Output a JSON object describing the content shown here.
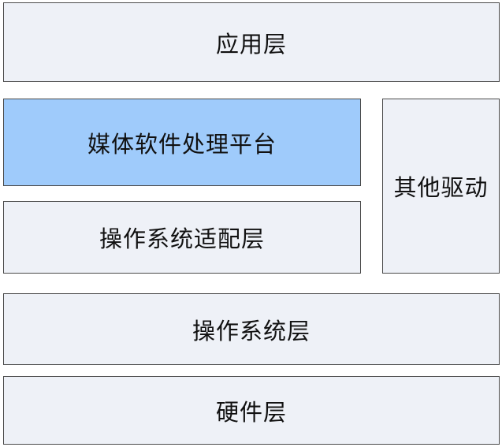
{
  "colors": {
    "default_fill": "#eef1f7",
    "highlight_fill": "#9fcbfb",
    "border": "#4a4a4a",
    "text": "#111111"
  },
  "layers": {
    "application": {
      "label": "应用层"
    },
    "media_platform": {
      "label": "媒体软件处理平台",
      "highlighted": true
    },
    "os_adapter": {
      "label": "操作系统适配层"
    },
    "other_drivers": {
      "label": "其他驱动"
    },
    "operating_system": {
      "label": "操作系统层"
    },
    "hardware": {
      "label": "硬件层"
    }
  }
}
